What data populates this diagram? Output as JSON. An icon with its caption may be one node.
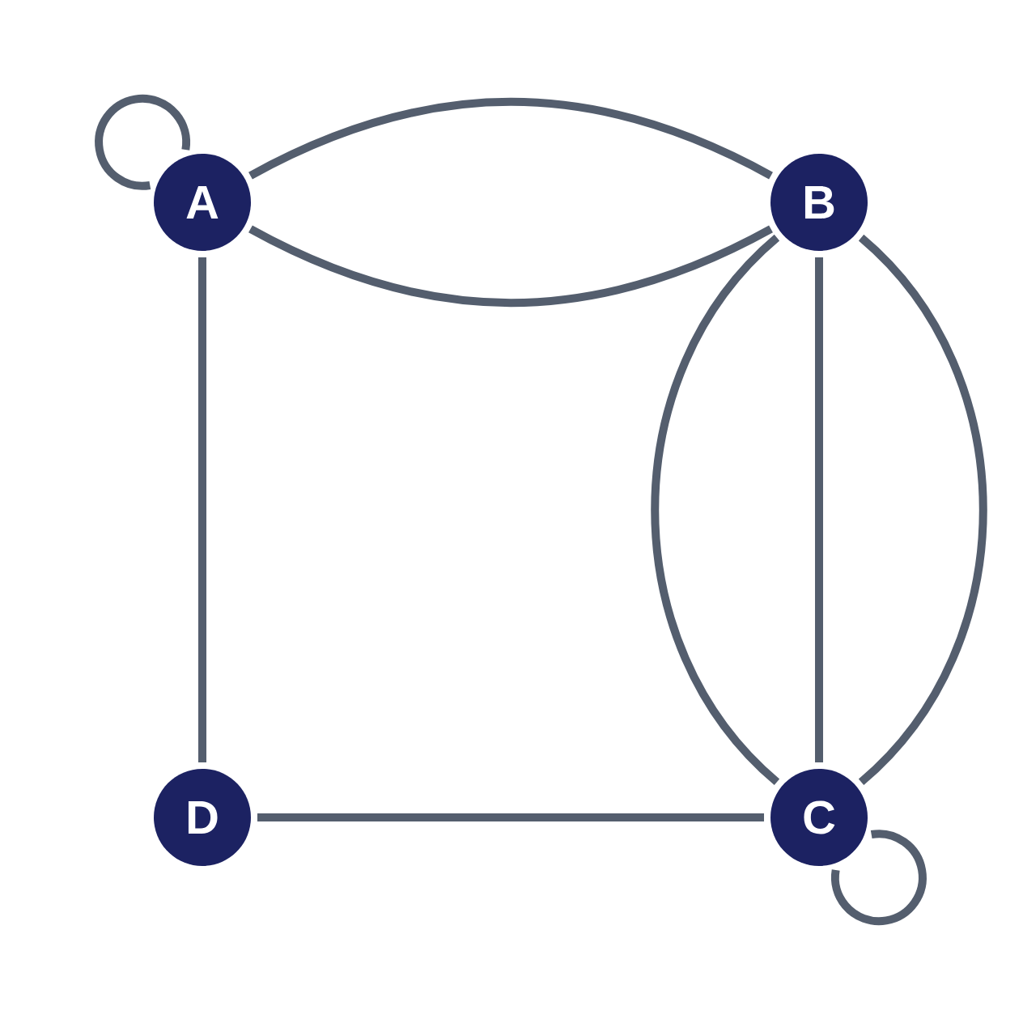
{
  "diagram": {
    "nodes": [
      {
        "text": [
          "A"
        ]
      },
      {
        "text": [
          "B"
        ]
      },
      {
        "text": [
          "D"
        ]
      },
      {
        "text": [
          "C"
        ]
      }
    ],
    "edges": [
      {
        "from": 0,
        "to": 0,
        "arrow": "none"
      },
      {
        "from": 0,
        "to": 1,
        "arrow": "none"
      },
      {
        "from": 0,
        "to": 1,
        "arrow": "none"
      },
      {
        "from": 0,
        "to": 2,
        "arrow": "none"
      },
      {
        "from": 1,
        "to": 3,
        "arrow": "none"
      },
      {
        "from": 1,
        "to": 3,
        "arrow": "none"
      },
      {
        "from": 1,
        "to": 3,
        "arrow": "none"
      },
      {
        "from": 2,
        "to": 3,
        "arrow": "none"
      },
      {
        "from": 3,
        "to": 3,
        "arrow": "none"
      }
    ]
  }
}
